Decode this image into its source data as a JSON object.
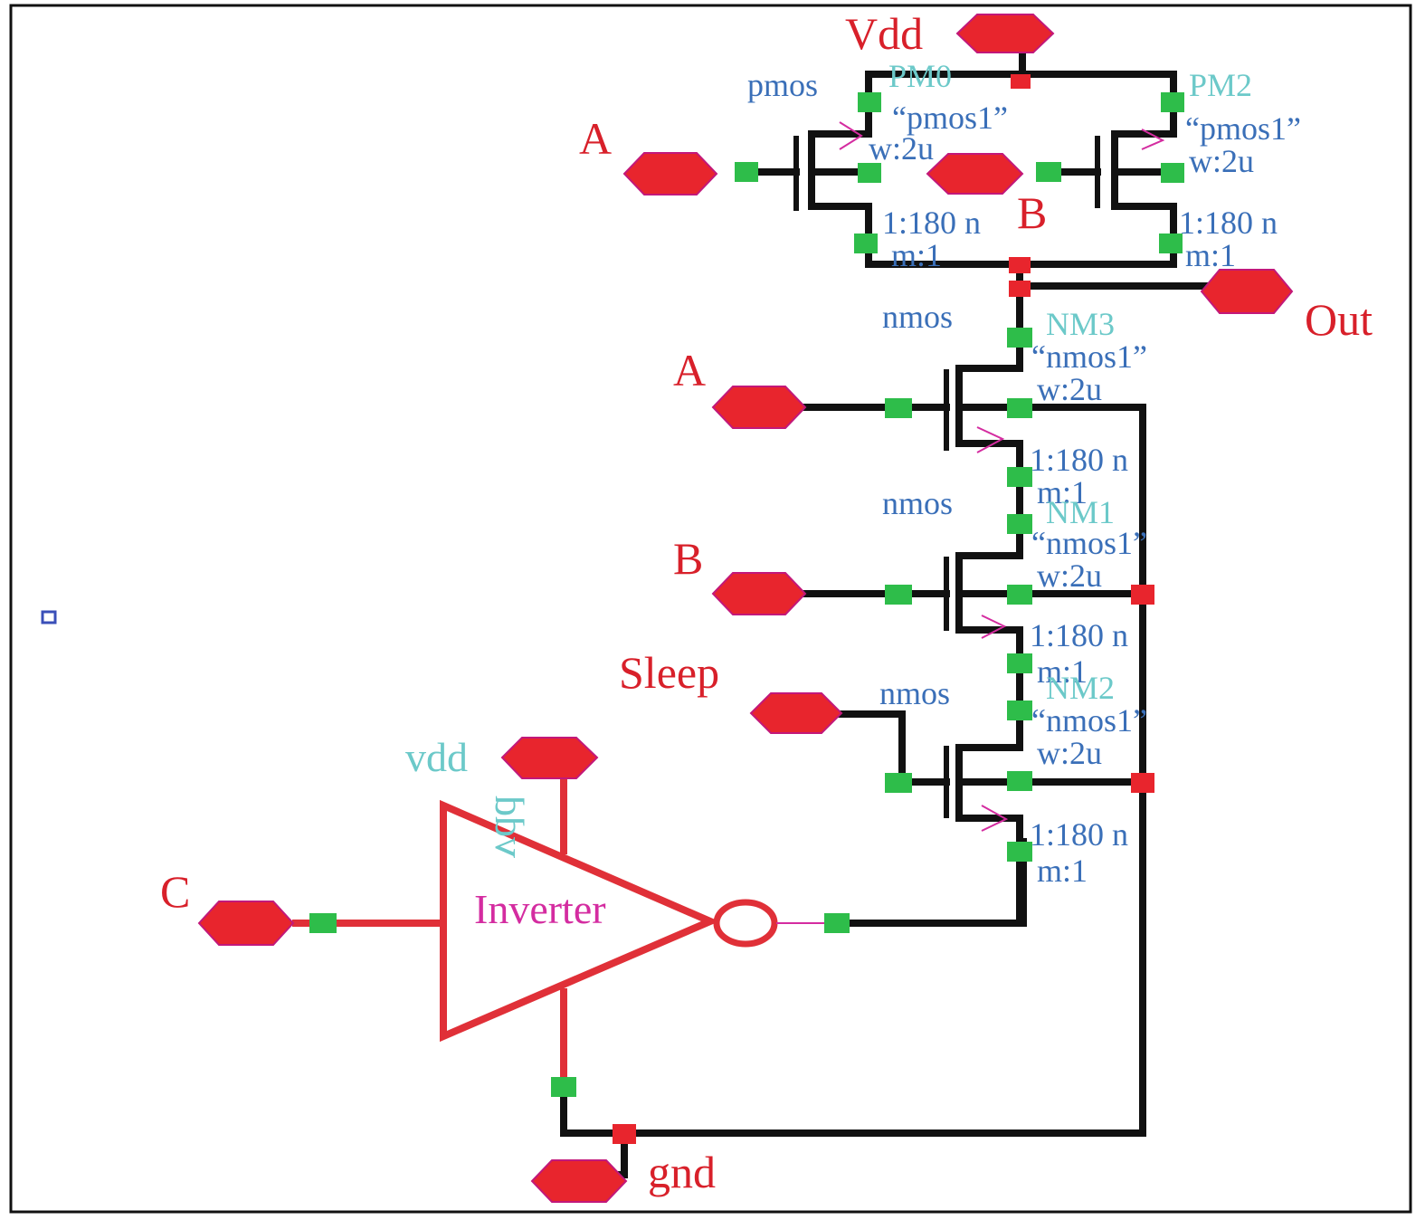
{
  "pins": {
    "vdd": "Vdd",
    "a_top": "A",
    "b_top": "B",
    "out": "Out",
    "a_nm": "A",
    "b_nm": "B",
    "sleep": "Sleep",
    "c": "C",
    "gnd": "gnd"
  },
  "devices": {
    "pm0": {
      "type": "pmos",
      "name": "PM0",
      "model": "“pmos1”",
      "w": "w:2u",
      "l": "1:180 n",
      "m": "m:1"
    },
    "pm2": {
      "name": "PM2",
      "model": "“pmos1”",
      "w": "w:2u",
      "l": "1:180 n",
      "m": "m:1"
    },
    "nm3": {
      "type": "nmos",
      "name": "NM3",
      "model": "“nmos1”",
      "w": "w:2u",
      "l": "1:180 n",
      "m": "m:1"
    },
    "nm1": {
      "type": "nmos",
      "name": "NM1",
      "model": "“nmos1”",
      "w": "w:2u",
      "l": "1:180 n",
      "m": "m:1"
    },
    "nm2": {
      "type": "nmos",
      "name": "NM2",
      "model": "“nmos1”",
      "w": "w:2u",
      "l": "1:180 n",
      "m": "m:1"
    }
  },
  "inverter": {
    "label": "Inverter",
    "vdd_label": "vdd",
    "vdd_pin_label": "vdd"
  },
  "colors": {
    "wire": "#111111",
    "pin": "#e8252d",
    "terminal": "#2ebd4a",
    "label": "#3a6fb8",
    "instance": "#6cc9c9",
    "inverter": "#d42ca0"
  }
}
